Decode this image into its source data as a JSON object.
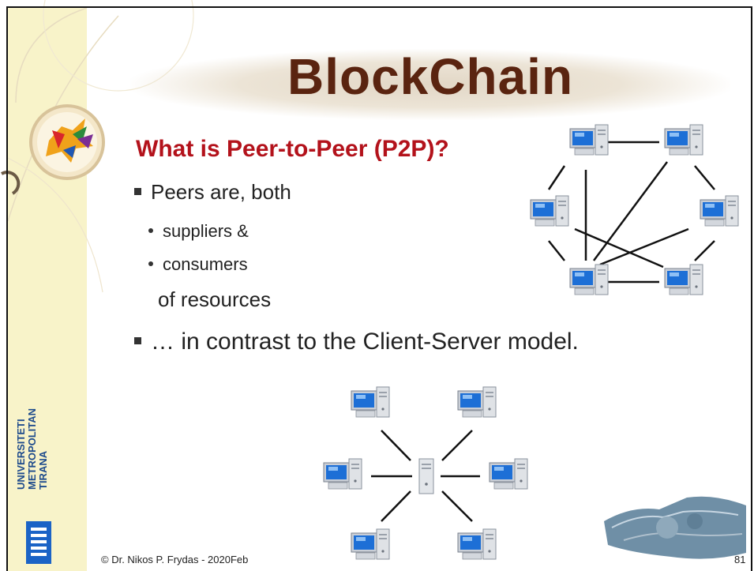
{
  "slide": {
    "title": "BlockChain",
    "subtitle": "What is Peer-to-Peer (P2P)?",
    "bullets": [
      "Peers are, both",
      "suppliers  &",
      "consumers",
      "of resources",
      "… in contrast to the Client-Server model."
    ],
    "footer": "© Dr. Nikos P. Frydas -  2020Feb",
    "page_number": "81",
    "sidebar_university": [
      "UNIVERSITETI",
      "METROPOLITAN",
      "TIRANA"
    ]
  },
  "colors": {
    "title": "#5a2410",
    "subtitle": "#b3121b",
    "sidebar": "#f8f3c9",
    "university_blue": "#1b63c6"
  },
  "diagrams": [
    "peer-to-peer-network",
    "client-server-network"
  ],
  "images": [
    "paint-splash-icon",
    "robot-handshake-image"
  ]
}
